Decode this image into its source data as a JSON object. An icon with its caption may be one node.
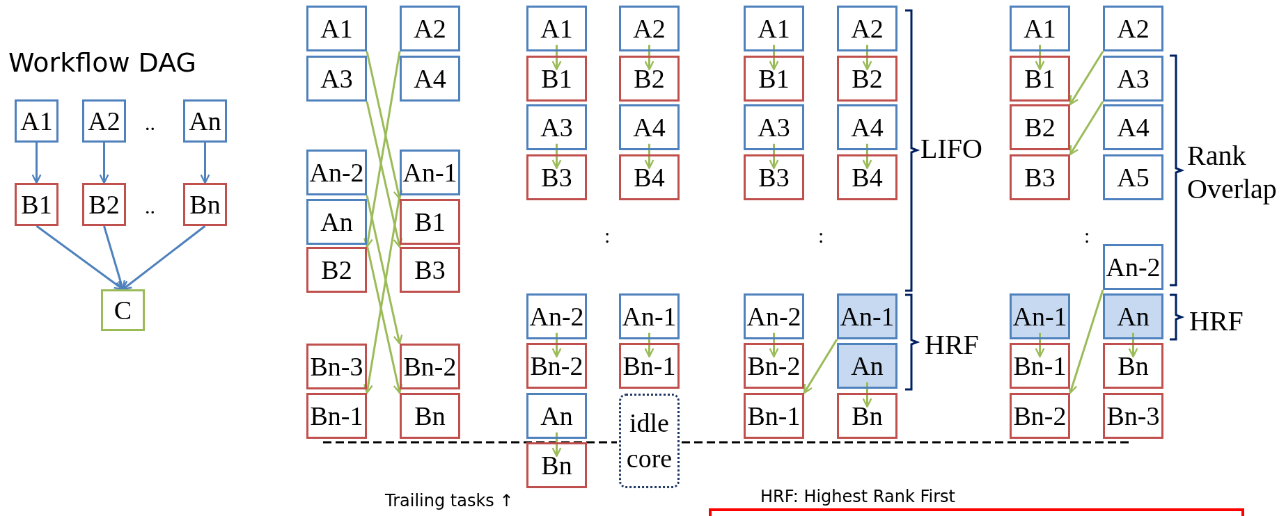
{
  "diagram": {
    "nodes": [
      {
        "text": [
          "A1"
        ]
      },
      {
        "text": [
          "A2"
        ]
      },
      {
        "text": [
          "An"
        ]
      },
      {
        "text": [
          "B1"
        ]
      },
      {
        "text": [
          "B2"
        ]
      },
      {
        "text": [
          "Bn"
        ]
      },
      {
        "text": [
          "C"
        ]
      },
      {
        "text": [
          "A1"
        ]
      },
      {
        "text": [
          "A2"
        ]
      },
      {
        "text": [
          "A3"
        ]
      },
      {
        "text": [
          "A4"
        ]
      },
      {
        "text": [
          "An-2"
        ]
      },
      {
        "text": [
          "An-1"
        ]
      },
      {
        "text": [
          "An"
        ]
      },
      {
        "text": [
          "B1"
        ]
      },
      {
        "text": [
          "B2"
        ]
      },
      {
        "text": [
          "B3"
        ]
      },
      {
        "text": [
          "Bn-3"
        ]
      },
      {
        "text": [
          "Bn-2"
        ]
      },
      {
        "text": [
          "Bn-1"
        ]
      },
      {
        "text": [
          "Bn"
        ]
      },
      {
        "text": [
          "A1"
        ]
      },
      {
        "text": [
          "A2"
        ]
      },
      {
        "text": [
          "B1"
        ]
      },
      {
        "text": [
          "B2"
        ]
      },
      {
        "text": [
          "A3"
        ]
      },
      {
        "text": [
          "A4"
        ]
      },
      {
        "text": [
          "B3"
        ]
      },
      {
        "text": [
          "B4"
        ]
      },
      {
        "text": [
          "An-2"
        ]
      },
      {
        "text": [
          "An-1"
        ]
      },
      {
        "text": [
          "Bn-2"
        ]
      },
      {
        "text": [
          "Bn-1"
        ]
      },
      {
        "text": [
          "An"
        ]
      },
      {
        "text": [
          "idle core"
        ]
      },
      {
        "text": [
          "Bn"
        ]
      },
      {
        "text": [
          "A1"
        ]
      },
      {
        "text": [
          "A2"
        ]
      },
      {
        "text": [
          "B1"
        ]
      },
      {
        "text": [
          "B2"
        ]
      },
      {
        "text": [
          "A3"
        ]
      },
      {
        "text": [
          "A4"
        ]
      },
      {
        "text": [
          "B3"
        ]
      },
      {
        "text": [
          "B4"
        ]
      },
      {
        "text": [
          "An-2"
        ]
      },
      {
        "text": [
          "An-1"
        ]
      },
      {
        "text": [
          "Bn-2"
        ]
      },
      {
        "text": [
          "An"
        ]
      },
      {
        "text": [
          "Bn-1"
        ]
      },
      {
        "text": [
          "Bn"
        ]
      },
      {
        "text": [
          "A1"
        ]
      },
      {
        "text": [
          "A2"
        ]
      },
      {
        "text": [
          "B1"
        ]
      },
      {
        "text": [
          "A3"
        ]
      },
      {
        "text": [
          "B2"
        ]
      },
      {
        "text": [
          "A4"
        ]
      },
      {
        "text": [
          "B3"
        ]
      },
      {
        "text": [
          "A5"
        ]
      },
      {
        "text": [
          "An-2"
        ]
      },
      {
        "text": [
          "An-1"
        ]
      },
      {
        "text": [
          "An"
        ]
      },
      {
        "text": [
          "Bn-1"
        ]
      },
      {
        "text": [
          "Bn"
        ]
      },
      {
        "text": [
          "Bn-2"
        ]
      },
      {
        "text": [
          "Bn-3"
        ]
      }
    ],
    "edges": [
      {
        "from": 0,
        "to": 3,
        "arrow": "to",
        "color": "#4f81bd"
      },
      {
        "from": 1,
        "to": 4,
        "arrow": "to",
        "color": "#4f81bd"
      },
      {
        "from": 2,
        "to": 5,
        "arrow": "to",
        "color": "#4f81bd"
      },
      {
        "from": 3,
        "to": 6,
        "arrow": "to",
        "color": "#4f81bd"
      },
      {
        "from": 4,
        "to": 6,
        "arrow": "to",
        "color": "#4f81bd"
      },
      {
        "from": 5,
        "to": 6,
        "arrow": "to",
        "color": "#4f81bd"
      },
      {
        "from": 7,
        "to": 14,
        "arrow": "to"
      },
      {
        "from": 9,
        "to": 16,
        "arrow": "to"
      },
      {
        "from": 8,
        "to": 15,
        "arrow": "to"
      },
      {
        "from": 11,
        "to": 18,
        "arrow": "to"
      },
      {
        "from": 12,
        "to": 19,
        "arrow": "to"
      },
      {
        "from": 13,
        "to": 20,
        "arrow": "to"
      },
      {
        "from": 21,
        "to": 23,
        "arrow": "to"
      },
      {
        "from": 22,
        "to": 24,
        "arrow": "to"
      },
      {
        "from": 25,
        "to": 27,
        "arrow": "to"
      },
      {
        "from": 26,
        "to": 28,
        "arrow": "to"
      },
      {
        "from": 29,
        "to": 31,
        "arrow": "to"
      },
      {
        "from": 30,
        "to": 32,
        "arrow": "to"
      },
      {
        "from": 33,
        "to": 35,
        "arrow": "to"
      },
      {
        "from": 36,
        "to": 38,
        "arrow": "to"
      },
      {
        "from": 37,
        "to": 39,
        "arrow": "to"
      },
      {
        "from": 40,
        "to": 42,
        "arrow": "to"
      },
      {
        "from": 41,
        "to": 43,
        "arrow": "to"
      },
      {
        "from": 44,
        "to": 46,
        "arrow": "to"
      },
      {
        "from": 45,
        "to": 48,
        "arrow": "to"
      },
      {
        "from": 47,
        "to": 49,
        "arrow": "to"
      },
      {
        "from": 50,
        "to": 52,
        "arrow": "to"
      },
      {
        "from": 51,
        "to": 54,
        "arrow": "to"
      },
      {
        "from": 53,
        "to": 56,
        "arrow": "to"
      },
      {
        "from": 58,
        "to": 63,
        "arrow": "to"
      },
      {
        "from": 59,
        "to": 61,
        "arrow": "to"
      },
      {
        "from": 60,
        "to": 62,
        "arrow": "to"
      }
    ],
    "labels": [
      "Workflow DAG",
      "..",
      "LIFO",
      "Rank Overlap",
      "..",
      ":",
      ":",
      ":",
      "HRF",
      "HRF",
      "HRF: Highest Rank First",
      "Trailing tasks ↑"
    ]
  }
}
